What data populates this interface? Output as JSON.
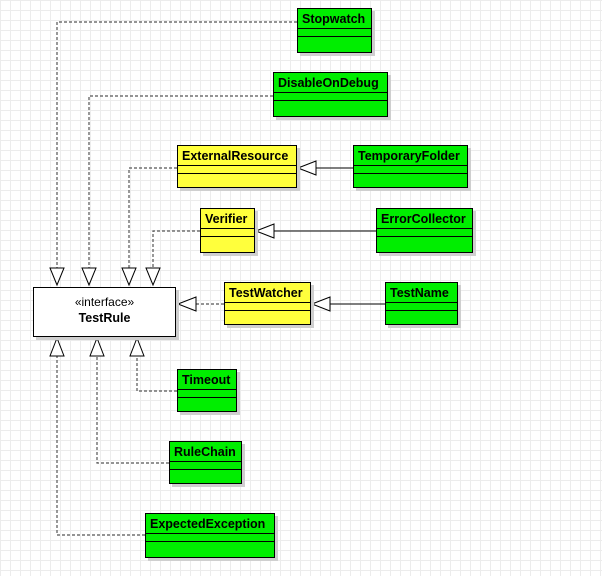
{
  "interface": {
    "stereotype": "«interface»",
    "name": "TestRule"
  },
  "classes": {
    "stopwatch": "Stopwatch",
    "disable_on_debug": "DisableOnDebug",
    "external_resource": "ExternalResource",
    "temporary_folder": "TemporaryFolder",
    "verifier": "Verifier",
    "error_collector": "ErrorCollector",
    "test_watcher": "TestWatcher",
    "test_name": "TestName",
    "timeout": "Timeout",
    "rule_chain": "RuleChain",
    "expected_exception": "ExpectedException"
  },
  "colors": {
    "concrete_class": "#00ee00",
    "abstract_class": "#ffff3c",
    "interface": "#ffffff"
  }
}
